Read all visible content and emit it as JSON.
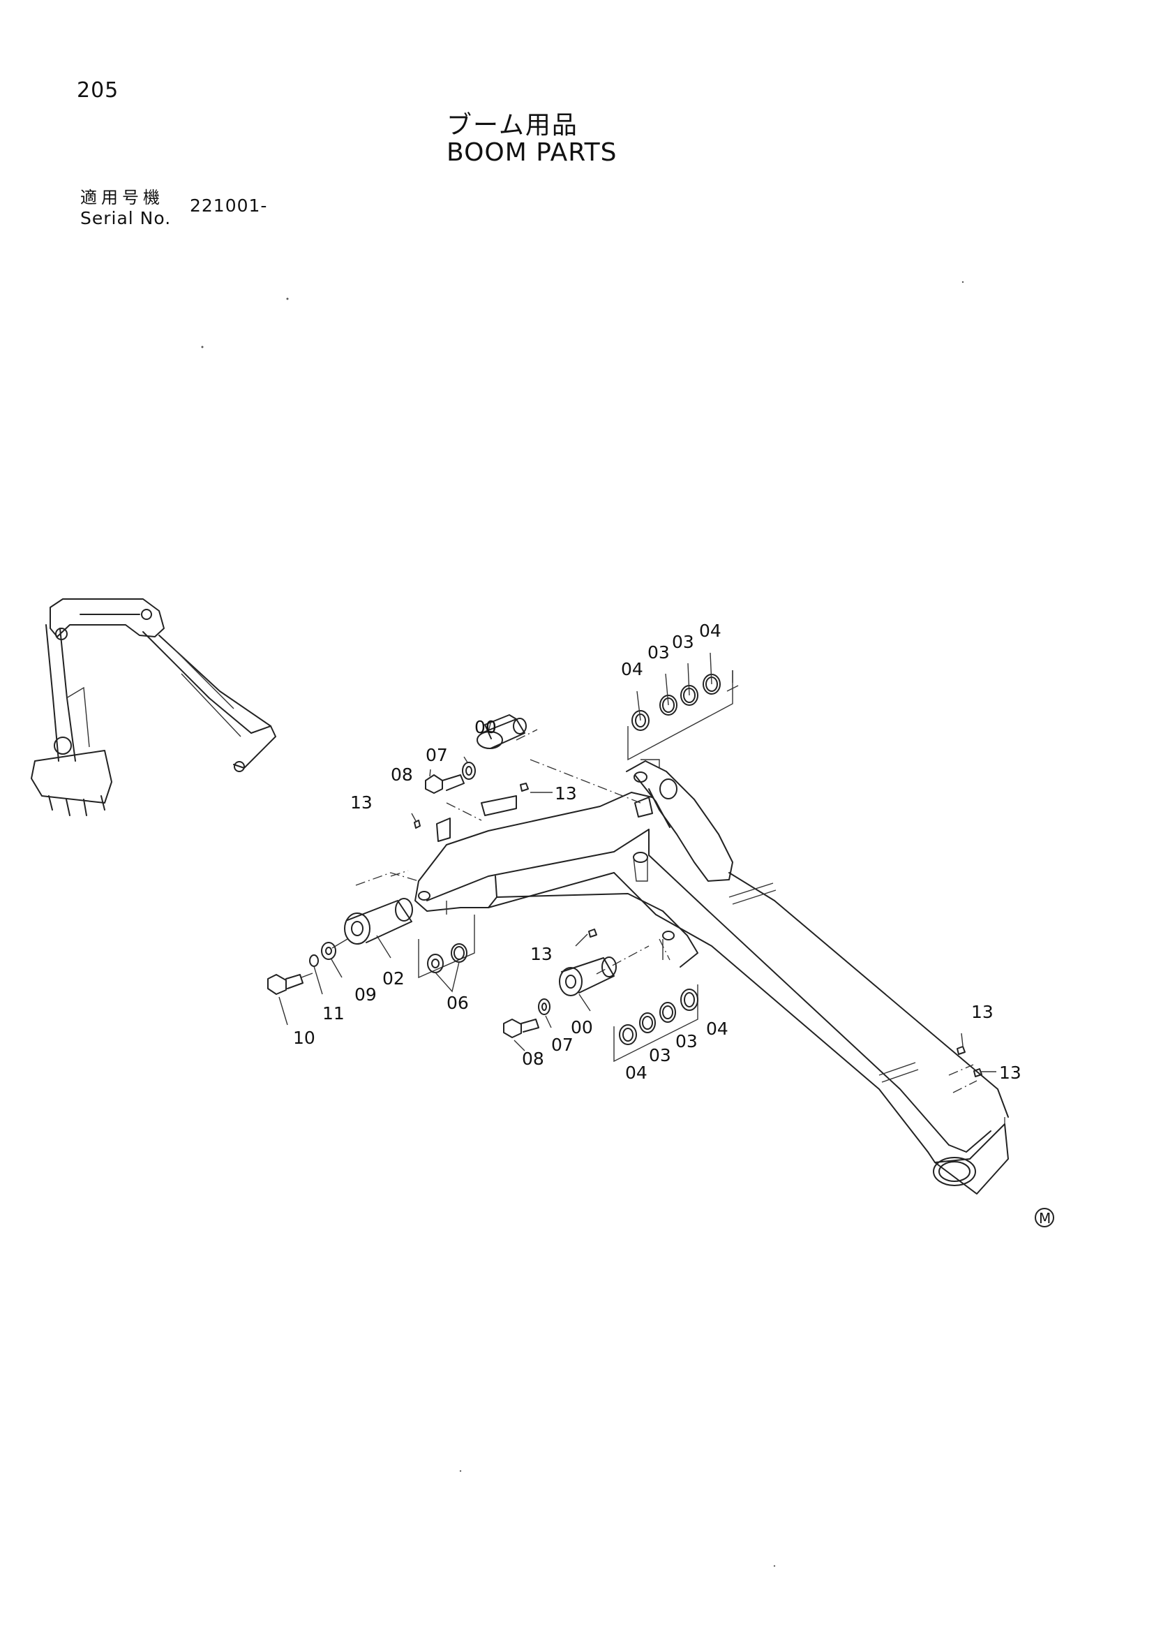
{
  "page_number": "205",
  "title_jp": "ブーム用品",
  "title_en": "BOOM PARTS",
  "serial": {
    "label_jp": "適用号機",
    "label_en": "Serial No.",
    "value": "221001-"
  },
  "callouts": {
    "c00a": "00",
    "c00b": "00",
    "c02": "02",
    "c03a": "03",
    "c03b": "03",
    "c03c": "03",
    "c03d": "03",
    "c04a": "04",
    "c04b": "04",
    "c04c": "04",
    "c04d": "04",
    "c06": "06",
    "c07a": "07",
    "c07b": "07",
    "c08a": "08",
    "c08b": "08",
    "c09": "09",
    "c10": "10",
    "c11": "11",
    "c13a": "13",
    "c13b": "13",
    "c13c": "13",
    "c13d": "13",
    "c13e": "13"
  },
  "marker": "M"
}
